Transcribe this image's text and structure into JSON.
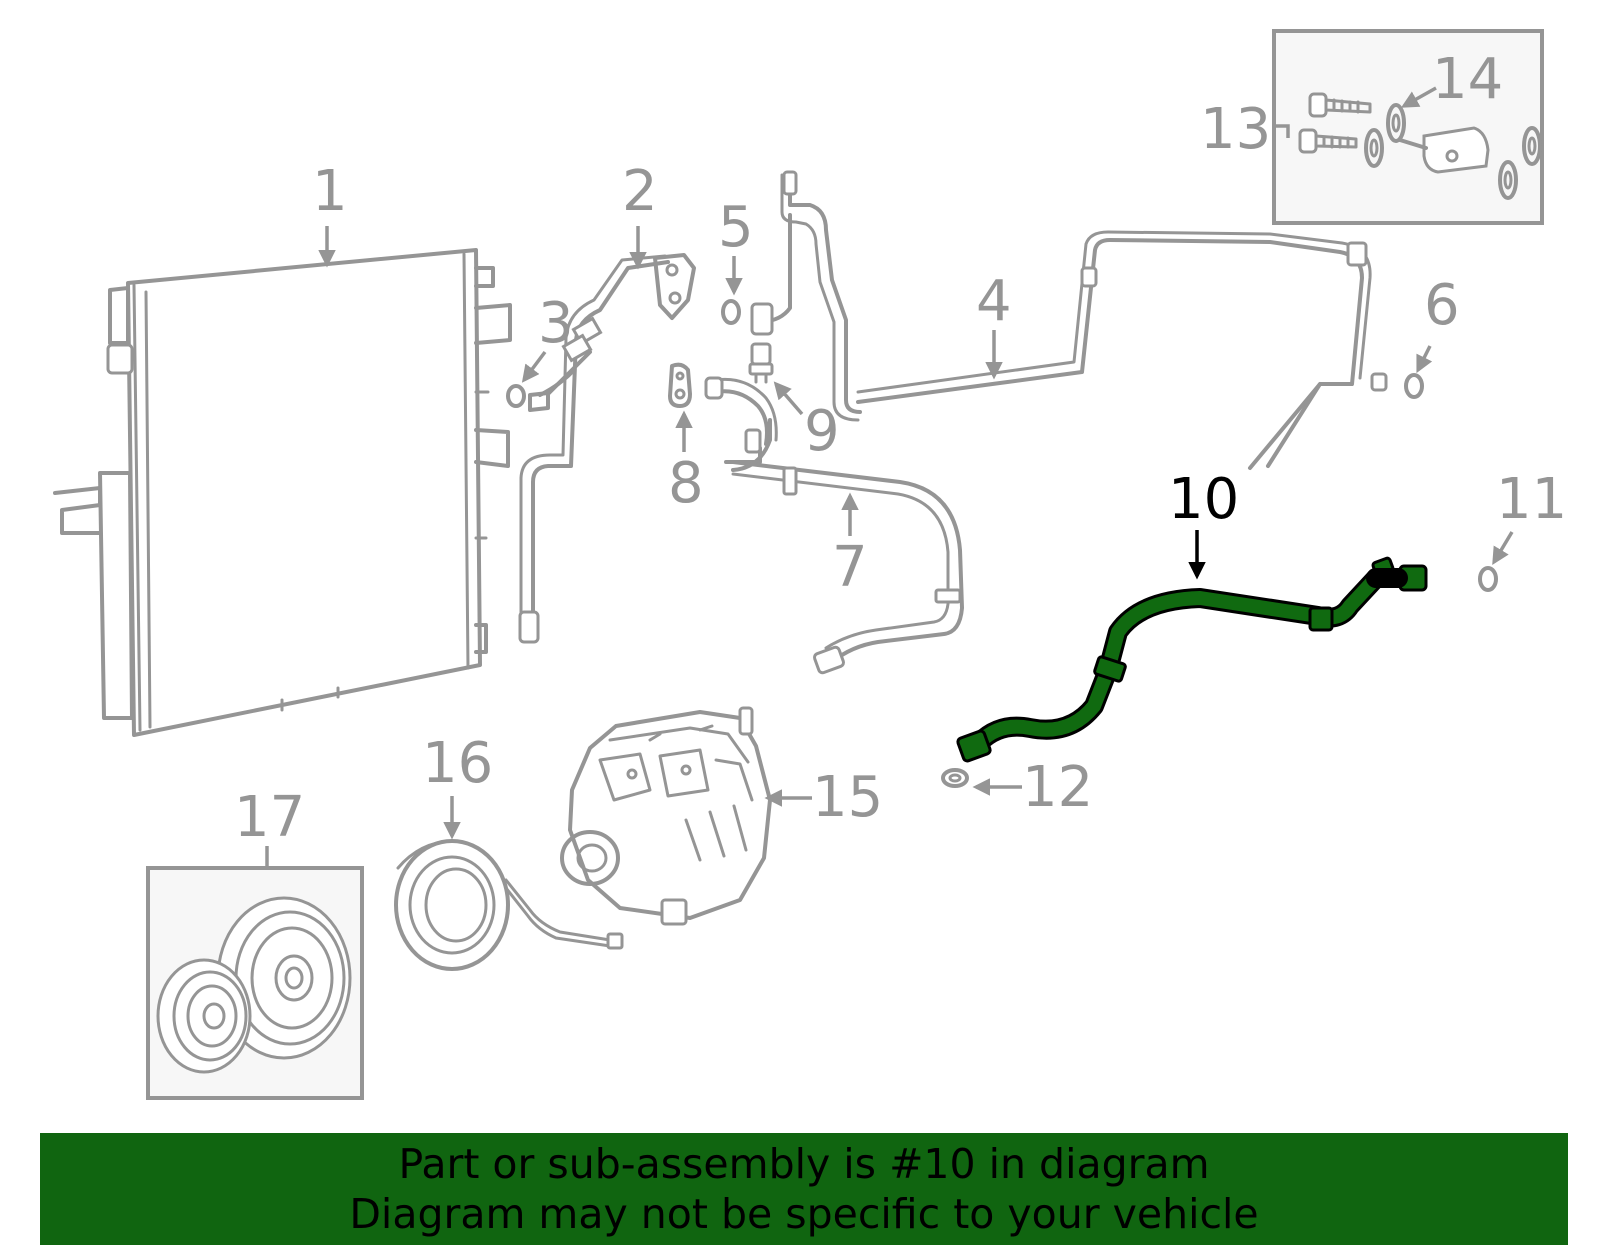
{
  "diagram": {
    "highlight_color": "#106a10",
    "part_color": "#959595",
    "callouts": [
      {
        "number": "1",
        "highlighted": false
      },
      {
        "number": "2",
        "highlighted": false
      },
      {
        "number": "3",
        "highlighted": false
      },
      {
        "number": "4",
        "highlighted": false
      },
      {
        "number": "5",
        "highlighted": false
      },
      {
        "number": "6",
        "highlighted": false
      },
      {
        "number": "7",
        "highlighted": false
      },
      {
        "number": "8",
        "highlighted": false
      },
      {
        "number": "9",
        "highlighted": false
      },
      {
        "number": "10",
        "highlighted": true
      },
      {
        "number": "11",
        "highlighted": false
      },
      {
        "number": "12",
        "highlighted": false
      },
      {
        "number": "13",
        "highlighted": false
      },
      {
        "number": "14",
        "highlighted": false
      },
      {
        "number": "15",
        "highlighted": false
      },
      {
        "number": "16",
        "highlighted": false
      },
      {
        "number": "17",
        "highlighted": false
      }
    ]
  },
  "banner": {
    "background": "#106510",
    "line1": "Part or sub-assembly is #10 in diagram",
    "line2": "Diagram may not be specific to your vehicle"
  }
}
